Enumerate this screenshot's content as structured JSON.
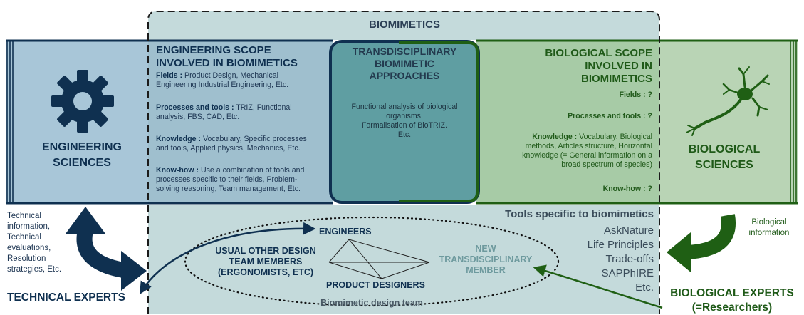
{
  "colors": {
    "engineering_band": "#a8c6d8",
    "biology_band": "#b9d4b5",
    "center_box": "#5f9ea2",
    "biomimetics_zone": "#c4dadb",
    "navy": "#0f3050",
    "dark_green": "#1f5f14"
  },
  "icons": {
    "engineering": "gear-icon",
    "biology": "neuron-icon",
    "left_exchange": "curved-double-arrow-icon",
    "right_exchange": "curved-arrow-icon"
  },
  "biomimetics_title": "BIOMIMETICS",
  "engineering_sciences": [
    "ENGINEERING",
    "SCIENCES"
  ],
  "biological_sciences": [
    "BIOLOGICAL",
    "SCIENCES"
  ],
  "engineering_scope": {
    "title": [
      "ENGINEERING SCOPE",
      "INVOLVED IN BIOMIMETICS"
    ],
    "fields_label": "Fields :",
    "fields_text": "Product Design, Mechanical",
    "fields_text2": "Engineering Industrial Engineering, Etc.",
    "processes_label": "Processes and tools :",
    "processes_text": "TRIZ, Functional",
    "processes_text2": "analysis, FBS, CAD, Etc.",
    "knowledge_label": "Knowledge :",
    "knowledge_text": "Vocabulary, Specific processes",
    "knowledge_text2": "and tools, Applied physics, Mechanics, Etc.",
    "knowhow_label": "Know-how :",
    "knowhow_text": "Use a combination of tools and",
    "knowhow_text2": "processes specific to their fields, Problem-",
    "knowhow_text3": "solving reasoning, Team management, Etc."
  },
  "transdisciplinary": {
    "title": [
      "TRANSDISCIPLINARY",
      "BIOMIMETIC",
      "APPROACHES"
    ],
    "lines": [
      "Functional analysis of biological",
      "organisms.",
      "Formalisation of BioTRIZ.",
      "Etc."
    ]
  },
  "biological_scope": {
    "title": [
      "BIOLOGICAL SCOPE",
      "INVOLVED IN",
      "BIOMIMETICS"
    ],
    "fields": "Fields : ?",
    "processes": "Processes and tools : ?",
    "knowledge_label": "Knowledge :",
    "knowledge_text": "Vocabulary, Biological",
    "knowledge_text2": "methods, Articles structure, Horizontal",
    "knowledge_text3": "knowledge (= General information on a",
    "knowledge_text4": "broad spectrum  of species)",
    "knowhow": "Know-how : ?"
  },
  "tools": {
    "title": "Tools specific to biomimetics",
    "items": [
      "AskNature",
      "Life Principles",
      "Trade-offs",
      "SAPPhIRE",
      "Etc."
    ]
  },
  "technical_info": [
    "Technical",
    "information,",
    "Technical",
    "evaluations,",
    "Resolution",
    "strategies, Etc."
  ],
  "biological_info": [
    "Biological",
    "information"
  ],
  "technical_experts": "TECHNICAL EXPERTS",
  "biological_experts": [
    "BIOLOGICAL EXPERTS",
    "(=Researchers)"
  ],
  "team": {
    "engineers": "ENGINEERS",
    "usual_members": [
      "USUAL OTHER DESIGN",
      "TEAM MEMBERS",
      "(ERGONOMISTS, ETC)"
    ],
    "product_designers": "PRODUCT DESIGNERS",
    "new_member": [
      "NEW",
      "TRANSDISCIPLINARY",
      "MEMBER"
    ],
    "caption": "Biomimetic design team"
  }
}
